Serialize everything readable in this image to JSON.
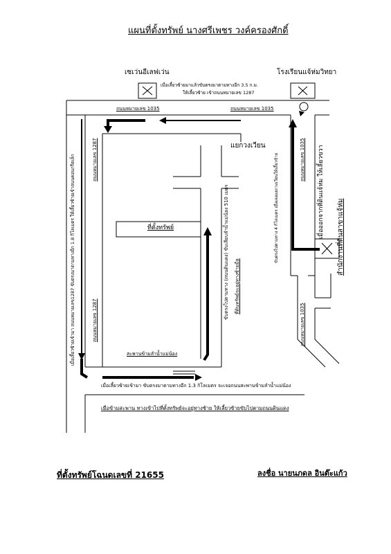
{
  "title": "แผนที่ตั้งทรัพย์ นางศรีเพชร  วงค์ครองศักดิ์",
  "landmarks": {
    "seven_eleven": "เซเว่นอีเลฟเว่น",
    "school": "โรงเรียนแจ้ห่มวิทยา",
    "district_office": "สำนักงานที่ดินสาขาแจ้ห่ม",
    "property": "ที่ตั้งทรัพย์",
    "junction": "แยกวงเวียน",
    "bridge": "สะพานข้ามลำน้ำแม่น้อง"
  },
  "roads": {
    "road_1035_top_left": "ถนนหมายเลข 1035",
    "road_1035_top_right": "ถนนหมายเลข 1035",
    "road_1287_upper": "ถนนหมายเลข 1287",
    "road_1287_lower": "ถนนหมายเลข 1287",
    "road_1035_right": "ถนนหมายเลข 1035",
    "road_1035_lower_right": "ถนนหมายเลข 1035"
  },
  "directions": {
    "top_note_1": "เมื่อเลี้ยวซ้ายมาแล้วขับตรงมาตามทางอีก 3.5 ก.ม.",
    "top_note_2": "ให้เลี้ยวซ้าย เข้าถนนหมายเลข 1287",
    "left_vertical": "เมื่อเลี้ยวซ้ายเข้ามา ถนนหมายเลข1287 ขับตรงมาตามทางอีก 1.8 กิโลเมตร ให้เลี้ยวซ้ายเข้าถนนคอนกรีตเล็ก",
    "right_vertical": "ขับตรงไปตามทาง 4 กิโลเมตร เมื่อเจอแยกวงเวียนให้เลี้ยวซ้าย",
    "exit_note": "เมื่อออกจากที่ดินแจ้ห่ม ให้เลี้ยวขวา",
    "center_vertical_1": "ขับตรงไปตามทาง (ถนนดินแดง) ขับเลียบลำน้ำแม่น้อง 510 เมตร",
    "center_vertical_2": "ที่ดินทรัพย์จะอยู่ทางซ้ายมือ",
    "bottom_note_1": "เมื่อเลี้ยวซ้ายเข้ามา ขับตรงมาตามทางอีก 1.3 กิโลเมตร จะเจอถนนสะพานข้ามลำน้ำแม่น้อง",
    "bottom_note_2": "เมื่อข้ามสะพาน ทางเข้าไปที่ตั้งทรัพย์จะอยู่ทางซ้าย ให้เลี้ยวซ้ายขับไปตามถนนดินแดง"
  },
  "footer": {
    "deed": "ที่ตั้งทรัพย์โฉนดเลขที่ 21655",
    "signature": "ลงชื่อ  นายนภดล  อินต๊ะแก้ว"
  },
  "icons": [
    "x-box-icon",
    "circle-marker-icon",
    "arrow-icon"
  ]
}
